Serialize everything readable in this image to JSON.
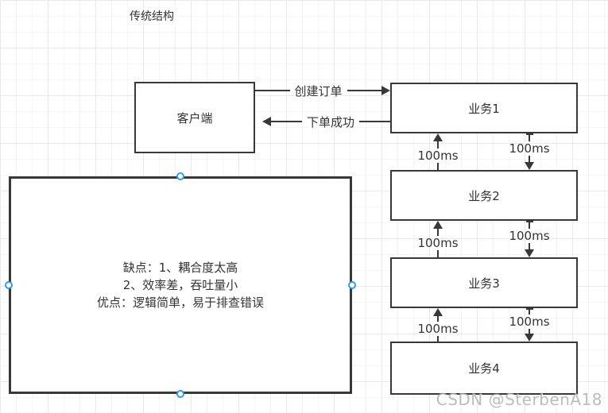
{
  "title": "传统结构",
  "nodes": {
    "client": {
      "label": "客户端"
    },
    "services": [
      {
        "label": "业务1"
      },
      {
        "label": "业务2"
      },
      {
        "label": "业务3"
      },
      {
        "label": "业务4"
      }
    ],
    "note": {
      "line1": "缺点：1、耦合度太高",
      "line2": "2、效率差，吞吐量小",
      "line3": "优点：逻辑简单，易于排查错误"
    }
  },
  "edges": {
    "create_order_label": "创建订单",
    "order_success_label": "下单成功",
    "latency_label": "100ms"
  },
  "selection": {
    "handle_color": "#2f9bf0",
    "handle_count": "4"
  },
  "colors": {
    "background": "#ffffff",
    "grid_minor": "#f5f5f5",
    "grid_major": "#e9e9e9",
    "shape_line": "#383838",
    "text": "#333333",
    "watermark": "#a6a6a6"
  },
  "watermark": "CSDN @SterbenA18"
}
